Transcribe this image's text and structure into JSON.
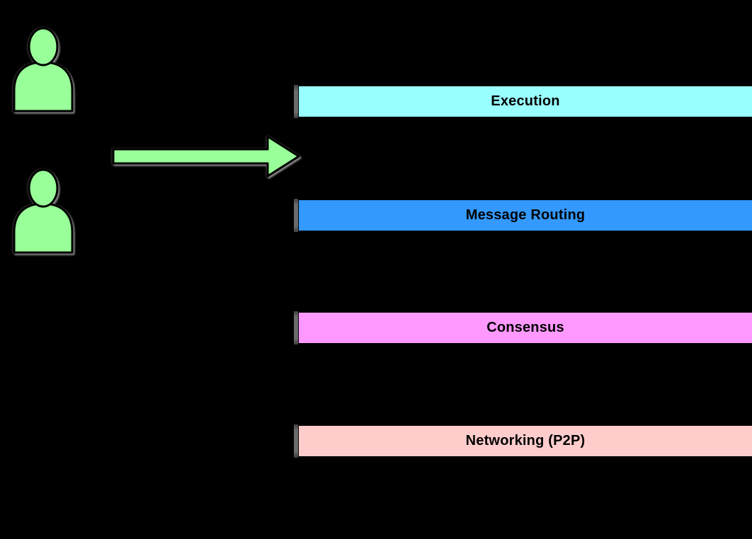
{
  "diagram": {
    "background_color": "#000000",
    "users": {
      "icon": "person-icon",
      "color": "#99FF99",
      "count": 2
    },
    "arrow": {
      "icon": "arrow-right-icon",
      "color": "#99FF99",
      "direction": "right"
    },
    "layers": [
      {
        "label": "Execution",
        "color": "#99FFFF"
      },
      {
        "label": "Message Routing",
        "color": "#3399FF"
      },
      {
        "label": "Consensus",
        "color": "#FF99FF"
      },
      {
        "label": "Networking (P2P)",
        "color": "#FFCCCC"
      }
    ],
    "label_text_color": "#000000",
    "tick_color": "#666666"
  }
}
